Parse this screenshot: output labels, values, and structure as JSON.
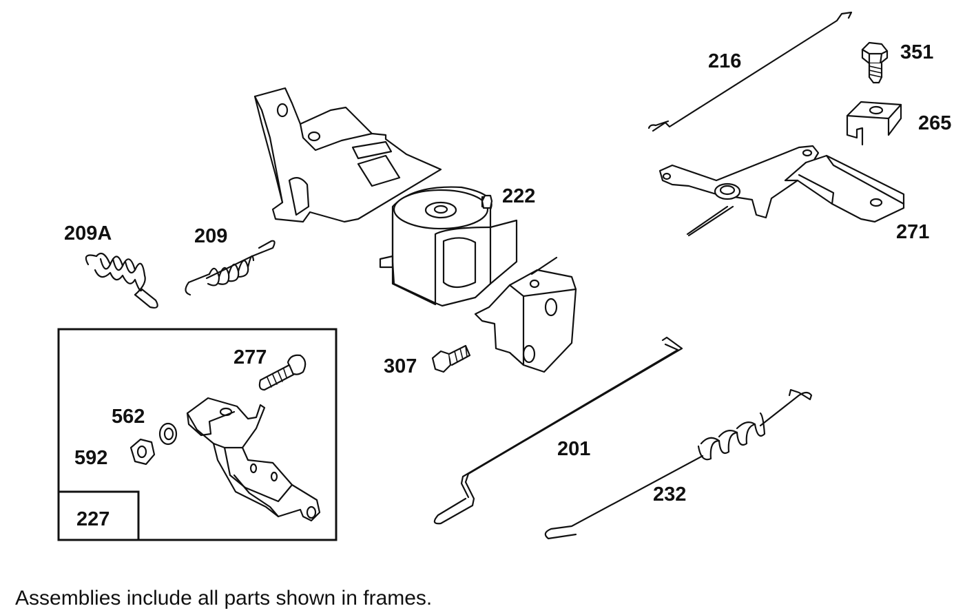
{
  "labels": {
    "p216": "216",
    "p351": "351",
    "p265": "265",
    "p222": "222",
    "p271": "271",
    "p209A": "209A",
    "p209": "209",
    "p277": "277",
    "p307": "307",
    "p562": "562",
    "p592": "592",
    "p201": "201",
    "p232": "232",
    "p227": "227"
  },
  "footnote": "Assemblies include all parts shown in frames."
}
